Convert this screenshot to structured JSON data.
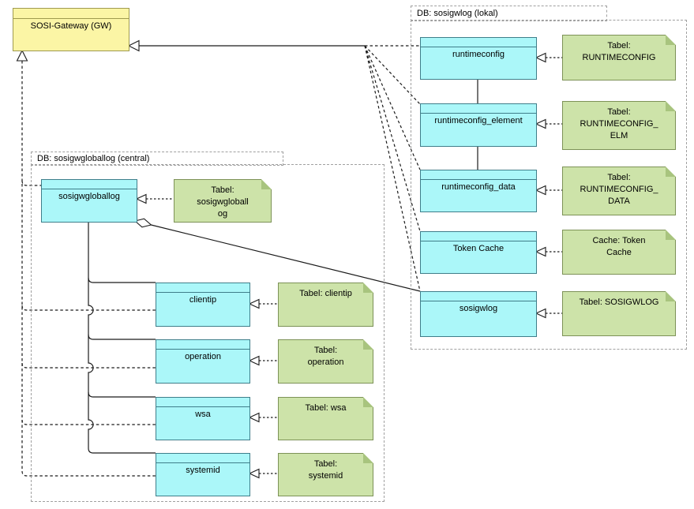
{
  "colors": {
    "class-fill": "#abf7f9",
    "class-border": "#3f7e8a",
    "note-fill": "#cde3a9",
    "note-border": "#7d9257",
    "note-fold": "#a8c47e",
    "gateway-fill": "#fbf5a5",
    "gateway-border": "#9f9a4f",
    "package-border": "#a0a0a0",
    "line-color": "#1a1a1a",
    "text-color": "#000000"
  },
  "gateway": {
    "label": "SOSI-Gateway (GW)"
  },
  "packages": {
    "lokal": {
      "title": "DB: sosigwlog (lokal)",
      "entities": [
        {
          "name": "runtimeconfig",
          "note": "Tabel:\nRUNTIMECONFIG"
        },
        {
          "name": "runtimeconfig_element",
          "note": "Tabel:\nRUNTIMECONFIG_\nELM"
        },
        {
          "name": "runtimeconfig_data",
          "note": "Tabel:\nRUNTIMECONFIG_\nDATA"
        },
        {
          "name": "Token Cache",
          "note": "Cache: Token\nCache"
        },
        {
          "name": "sosigwlog",
          "note": "Tabel: SOSIGWLOG"
        }
      ]
    },
    "central": {
      "title": "DB: sosigwgloballog (central)",
      "root": {
        "name": "sosigwgloballog",
        "note": "Tabel:\nsosigwgloball\nog"
      },
      "entities": [
        {
          "name": "clientip",
          "note": "Tabel: clientip"
        },
        {
          "name": "operation",
          "note": "Tabel:\noperation"
        },
        {
          "name": "wsa",
          "note": "Tabel: wsa"
        },
        {
          "name": "systemid",
          "note": "Tabel:\nsystemid"
        }
      ]
    }
  }
}
